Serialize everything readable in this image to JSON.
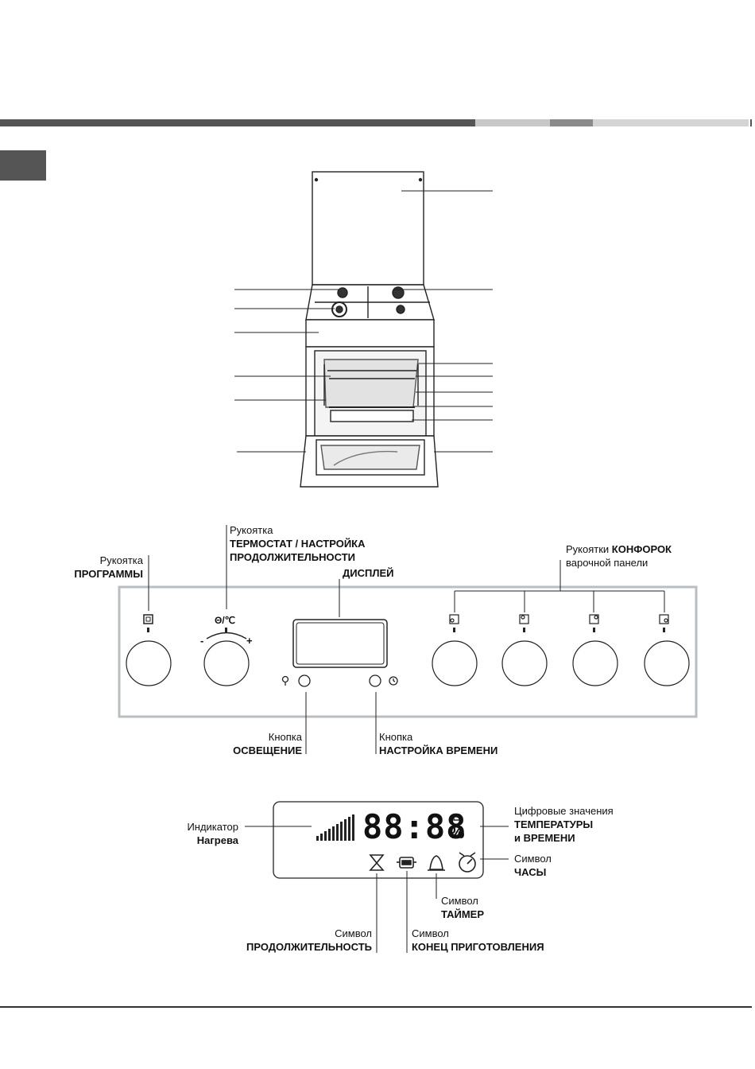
{
  "panel": {
    "programs_knob": {
      "line1": "Рукоятка",
      "line2": "ПРОГРАММЫ"
    },
    "thermostat_knob": {
      "line1": "Рукоятка",
      "line2": "ТЕРМОСТАТ / НАСТРОЙКА",
      "line3": "ПРОДОЛЖИТЕЛЬНОСТИ"
    },
    "display": "ДИСПЛЕЙ",
    "burner_knobs": {
      "line1a": "Рукоятки ",
      "line1b": "КОНФОРОК",
      "line2": "варочной панели"
    },
    "thermostat_symbol": "Θ/℃",
    "minus": "-",
    "plus": "+",
    "light_button": {
      "line1": "Кнопка",
      "line2": "ОСВЕЩЕНИЕ"
    },
    "time_button": {
      "line1": "Кнопка",
      "line2": "НАСТРОЙКА ВРЕМЕНИ"
    }
  },
  "display_panel": {
    "digits": "88:88",
    "percent": "%",
    "heating_indicator": {
      "line1": "Индикатор",
      "line2": "Нагрева"
    },
    "digital_values": {
      "line1": "Цифровые значения",
      "line2": "ТЕМПЕРАТУРЫ",
      "line3": "и ВРЕМЕНИ"
    },
    "clock_symbol": {
      "line1": "Символ",
      "line2": "ЧАСЫ"
    },
    "timer_symbol": {
      "line1": "Символ",
      "line2": "ТАЙМЕР"
    },
    "duration_symbol": {
      "line1": "Символ",
      "line2": "ПРОДОЛЖИТЕЛЬНОСТЬ"
    },
    "end_cooking_symbol": {
      "line1": "Символ",
      "line2": "КОНЕЦ ПРИГОТОВЛЕНИЯ"
    }
  },
  "colors": {
    "header_dark": "#555555",
    "header_light": "#c8c8c8",
    "panel_border": "#b9bec2"
  }
}
